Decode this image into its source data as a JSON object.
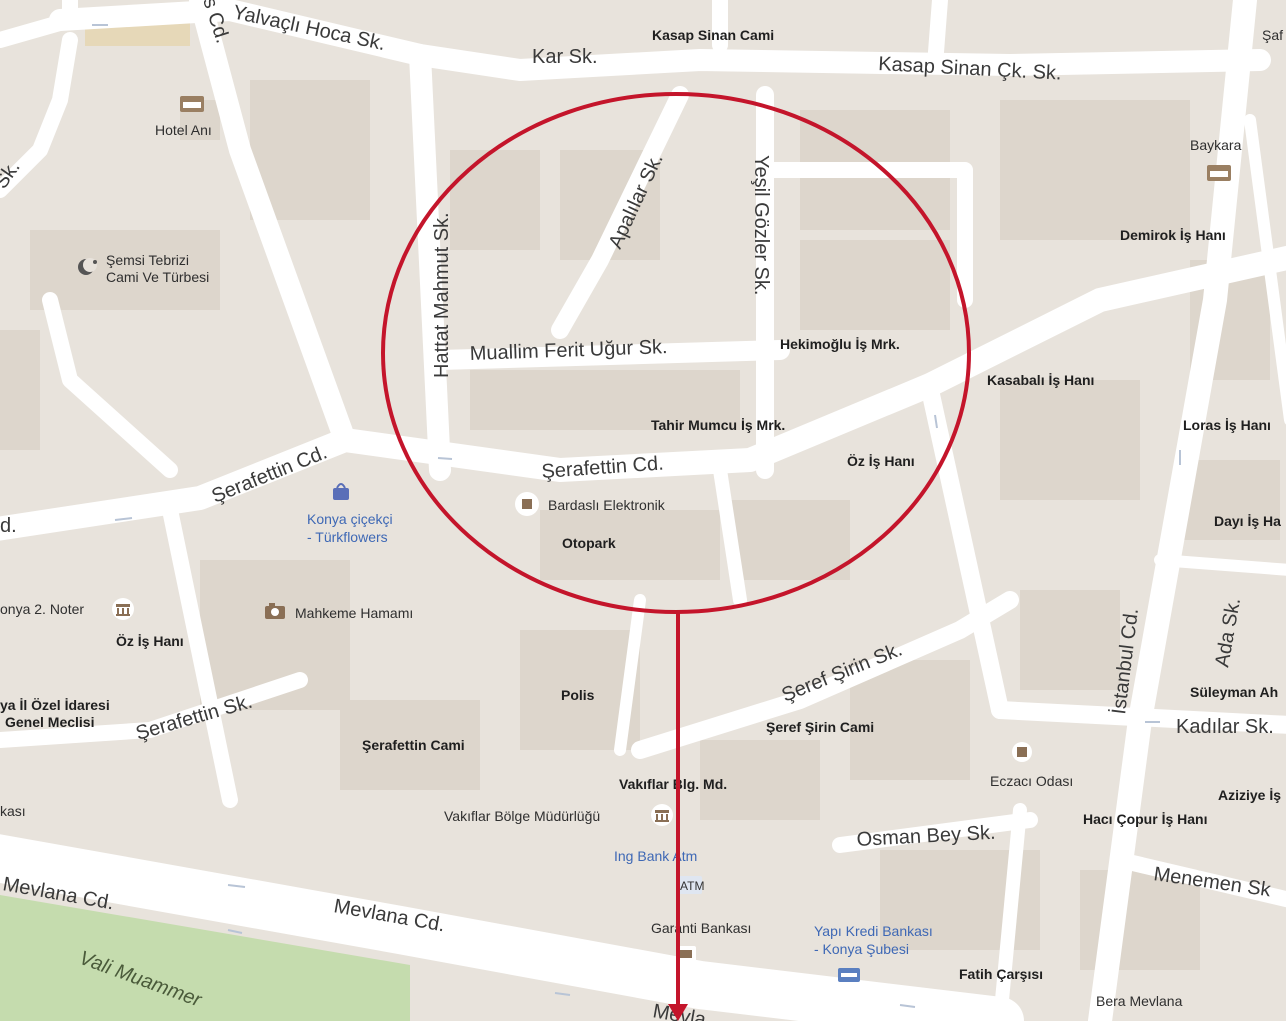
{
  "colors": {
    "background": "#e8e3dc",
    "road": "#ffffff",
    "park": "#c5dcae",
    "building": "#ddd6cc",
    "marker": "#c4152b",
    "poi_icon": "#8a6f55"
  },
  "streets": {
    "yalvacli_hoca": "Yalvaçlı Hoca Sk.",
    "kar": "Kar Sk.",
    "kasap_sinan_cik": "Kasap Sinan Çk. Sk.",
    "apalilar": "Apalılar Sk.",
    "yesil_gozler": "Yeşil Gözler Sk.",
    "hattat_mahmut": "Hattat Mahmut Sk.",
    "muallim_ferit": "Muallim Ferit Uğur Sk.",
    "serafettin_cd_left": "Şerafettin Cd.",
    "serafettin_cd_mid": "Şerafettin Cd.",
    "serafettin_cd_edge": "d.",
    "serafettin_sk": "Şerafettin Sk.",
    "seref_sirin": "Şeref Şirin Sk.",
    "istanbul_cd": "İstanbul Cd.",
    "ada": "Ada Sk.",
    "kadilar": "Kadılar Sk.",
    "osman_bey": "Osman Bey Sk.",
    "menemen": "Menemen Sk",
    "mevlana_left": "Mevlana Cd.",
    "mevlana_mid": "Mevlana Cd.",
    "mevlana_bottom": "Mevla",
    "vali_muammer": "Vali Muammer",
    "s_cd": "s Cd.",
    "sk_left": "Sk."
  },
  "pois": {
    "kasap_sinan_cami": "Kasap Sinan Cami",
    "saf": "Şaf",
    "hotel_ani": "Hotel Anı",
    "baykara": "Baykara",
    "demirok": "Demirok İş Hanı",
    "semsi_1": "Şemsi Tebrizi",
    "semsi_2": "Cami Ve Türbesi",
    "hekimoglu": "Hekimoğlu İş Mrk.",
    "kasabali": "Kasabalı İş Hanı",
    "loras": "Loras İş Hanı",
    "tahir_mumcu": "Tahir Mumcu İş Mrk.",
    "oz_is_hani_1": "Öz İş Hanı",
    "bardasli": "Bardaslı Elektronik",
    "konya_cicekci_1": "Konya çiçekçi",
    "konya_cicekci_2": "- Türkflowers",
    "otopark": "Otopark",
    "dayi": "Dayı İş Ha",
    "noter": "onya 2. Noter",
    "oz_is_hani_2": "Öz İş Hanı",
    "mahkeme": "Mahkeme Hamamı",
    "polis": "Polis",
    "suleyman": "Süleyman Ah",
    "il_ozel_1": "ya İl Özel İdaresi",
    "il_ozel_2": "Genel Meclisi",
    "serafettin_cami": "Şerafettin Cami",
    "seref_sirin_cami": "Şeref Şirin Cami",
    "eczaci": "Eczacı Odası",
    "vakiflar_blg": "Vakıflar Blg. Md.",
    "aziziye": "Aziziye İş",
    "bankasi_edge": "kası",
    "vakiflar_bolge": "Vakıflar Bölge Müdürlüğü",
    "haci_copur": "Hacı Çopur İş Hanı",
    "ing": "Ing Bank Atm",
    "atm": "ATM",
    "garanti": "Garanti Bankası",
    "yapi_kredi_1": "Yapı Kredi Bankası",
    "yapi_kredi_2": "- Konya Şubesi",
    "fatih": "Fatih Çarşısı",
    "bera": "Bera Mevlana"
  }
}
